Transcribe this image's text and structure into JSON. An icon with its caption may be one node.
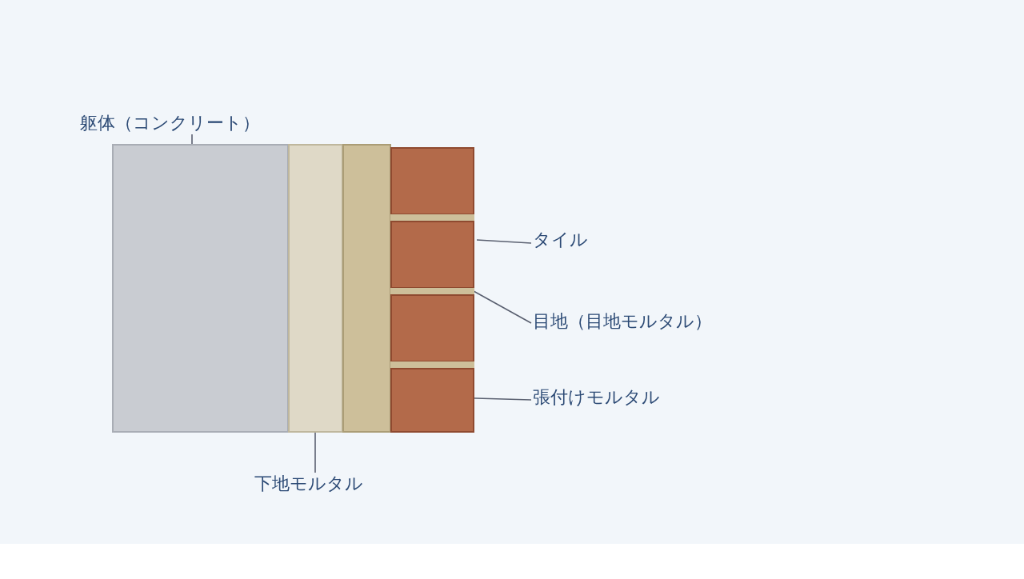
{
  "diagram": {
    "nodes": [
      {
        "text": [
          "躯体（コンクリート）"
        ]
      },
      {
        "text": [],
        "shape": "box"
      },
      {
        "text": [],
        "shape": "box"
      },
      {
        "text": [],
        "shape": "box"
      },
      {
        "text": [],
        "shape": "box"
      },
      {
        "text": [],
        "shape": "box"
      },
      {
        "text": [],
        "shape": "box"
      },
      {
        "text": [],
        "shape": "box"
      },
      {
        "text": [],
        "shape": "bar"
      },
      {
        "text": [],
        "shape": "bar"
      },
      {
        "text": [],
        "shape": "bar"
      },
      {
        "text": [
          "タイル"
        ]
      },
      {
        "text": [
          "目地（目地モルタル）"
        ]
      },
      {
        "text": [
          "張付けモルタル"
        ]
      },
      {
        "text": [
          "下地モルタル"
        ]
      }
    ],
    "edges": [
      {
        "from": 0,
        "to": 1,
        "arrow": "none"
      },
      {
        "from": 11,
        "to": 5,
        "arrow": "none"
      },
      {
        "from": 12,
        "to": 9,
        "arrow": "none"
      },
      {
        "from": 13,
        "to": 3,
        "arrow": "none"
      },
      {
        "from": 14,
        "to": 2,
        "arrow": "none"
      }
    ]
  }
}
